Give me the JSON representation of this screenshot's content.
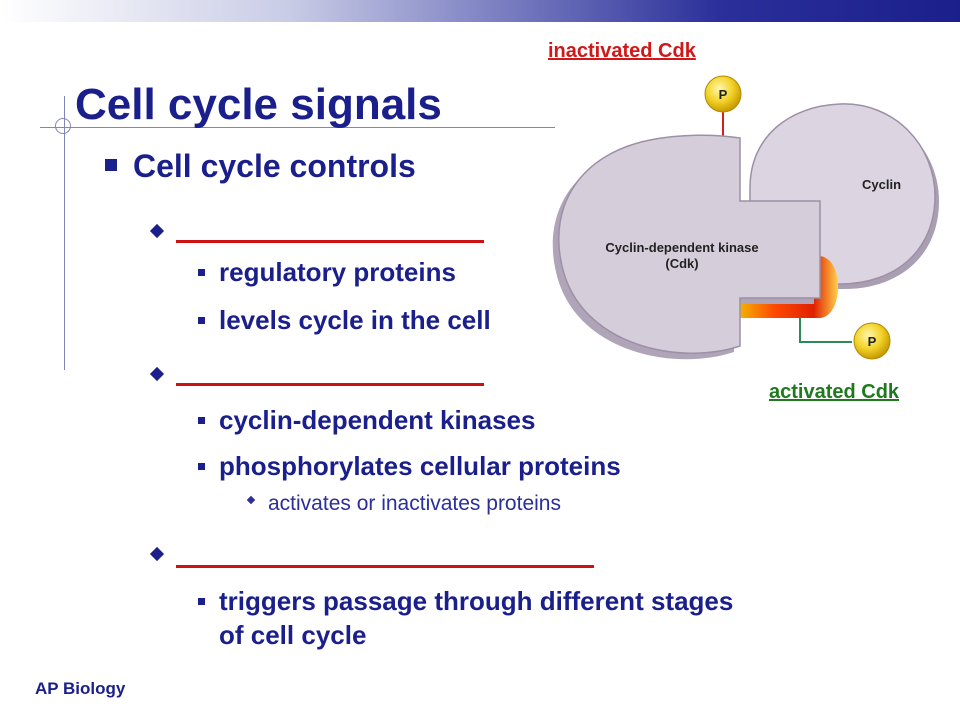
{
  "slide": {
    "title": "Cell cycle signals",
    "level1": "Cell cycle controls",
    "groups": [
      {
        "items": [
          "regulatory proteins",
          "levels cycle in the cell"
        ]
      },
      {
        "items": [
          "cyclin-dependent kinases",
          "phosphorylates cellular proteins"
        ],
        "sub_items": [
          "activates or inactivates proteins"
        ]
      },
      {
        "items": [
          "triggers passage through different stages",
          "of cell cycle"
        ]
      }
    ],
    "footer": "AP Biology"
  },
  "diagram": {
    "label_inactivated": "inactivated Cdk",
    "label_activated": "activated Cdk",
    "cyclin_label": "Cyclin",
    "cdk_label_line1": "Cyclin-dependent kinase",
    "cdk_label_line2": "(Cdk)",
    "phosphate_label": "P"
  },
  "colors": {
    "text_primary": "#1a1f8c",
    "blank_line": "#cc1111",
    "inactivated": "#d01818",
    "activated": "#1f7a1f"
  }
}
